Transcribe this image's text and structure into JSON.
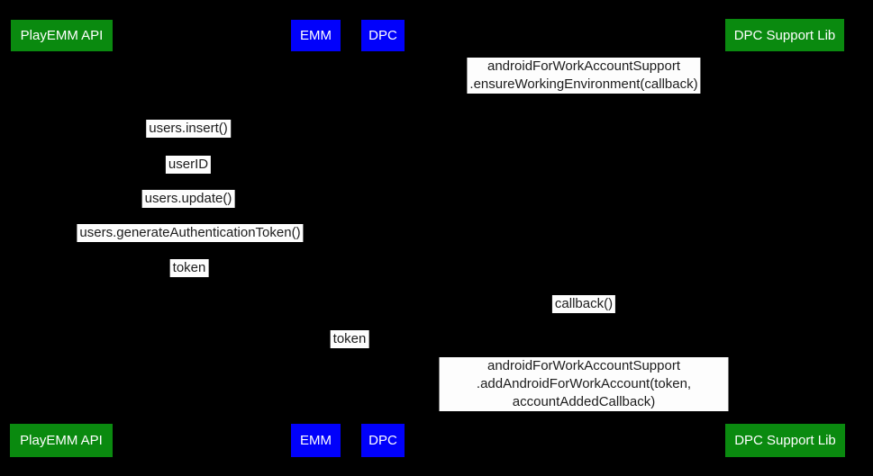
{
  "diagram": {
    "actors": [
      {
        "id": "playemm-api",
        "label": "PlayEMM API",
        "color": "green"
      },
      {
        "id": "emm",
        "label": "EMM",
        "color": "blue"
      },
      {
        "id": "dpc",
        "label": "DPC",
        "color": "blue"
      },
      {
        "id": "dpc-support-lib",
        "label": "DPC Support Lib",
        "color": "green"
      }
    ],
    "messages": [
      {
        "id": "ensure-working-environment",
        "text": "androidForWorkAccountSupport\n.ensureWorkingEnvironment(callback)"
      },
      {
        "id": "users-insert",
        "text": "users.insert()"
      },
      {
        "id": "user-id",
        "text": "userID"
      },
      {
        "id": "users-update",
        "text": "users.update()"
      },
      {
        "id": "users-generate-auth-token",
        "text": "users.generateAuthenticationToken()"
      },
      {
        "id": "token-to-emm",
        "text": "token"
      },
      {
        "id": "callback",
        "text": "callback()"
      },
      {
        "id": "token-to-dpc",
        "text": "token"
      },
      {
        "id": "add-android-for-work-account",
        "text": "androidForWorkAccountSupport\n.addAndroidForWorkAccount(token, accountAddedCallback)"
      }
    ]
  },
  "colors": {
    "background": "#000000",
    "actor_green": "#0a8a0f",
    "actor_blue": "#0101fb",
    "actor_text": "#ffffff",
    "label_bg": "#fdfdfd",
    "label_text": "#1c1c1c"
  }
}
